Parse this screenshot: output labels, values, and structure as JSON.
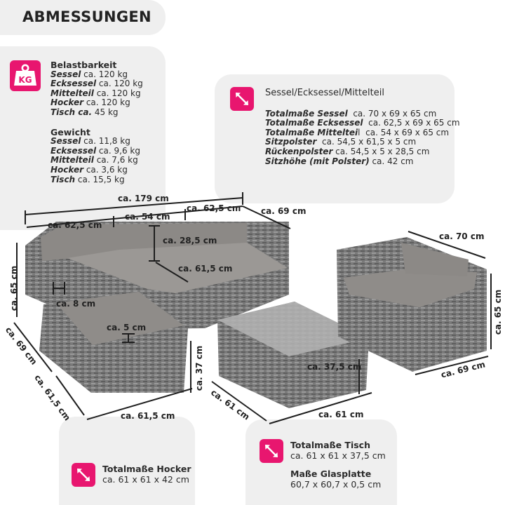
{
  "title": "ABMESSUNGEN",
  "load": {
    "heading": "Belastbarkeit",
    "icon_text": "KG",
    "rows": [
      {
        "label": "Sessel",
        "value": " ca. 120 kg"
      },
      {
        "label": "Ecksessel",
        "value": " ca. 120 kg"
      },
      {
        "label": "Mittelteil",
        "value": " ca. 120 kg"
      },
      {
        "label": "Hocker",
        "value": " ca. 120 kg"
      },
      {
        "label": "Tisch ca.",
        "value": " 45 kg"
      }
    ]
  },
  "weight": {
    "heading": "Gewicht",
    "rows": [
      {
        "label": "Sessel",
        "value": " ca. 11,8 kg"
      },
      {
        "label": "Ecksessel",
        "value": " ca. 9,6 kg"
      },
      {
        "label": "Mittelteil",
        "value": " ca. 7,6 kg"
      },
      {
        "label": "Hocker",
        "value": " ca. 3,6 kg"
      },
      {
        "label": "Tisch",
        "value": " ca. 15,5 kg"
      }
    ]
  },
  "seating": {
    "heading": "Sessel/Ecksessel/Mittelteil",
    "rows": [
      {
        "label": "Totalmaße Sessel",
        "value": "  ca. 70 x 69 x 65 cm"
      },
      {
        "label": "Totalmaße Ecksessel",
        "value": "  ca. 62,5 x 69 x 65 cm"
      },
      {
        "label": "Totalmaße Mitteltei",
        "value": "l  ca. 54 x 69 x 65 cm"
      },
      {
        "label": "Sitzpolster",
        "value": "  ca. 54,5 x 61,5 x 5 cm"
      },
      {
        "label": "Rückenpolster",
        "value": " ca. 54,5 x 5 x 28,5 cm"
      },
      {
        "label": "Sitzhöhe (mit Polster)",
        "value": " ca. 42 cm"
      }
    ]
  },
  "hocker": {
    "heading": "Totalmaße Hocker",
    "value": "ca. 61 x 61 x 42 cm"
  },
  "table": {
    "heading": "Totalmaße Tisch",
    "value": "ca. 61 x 61 x 37,5 cm",
    "glass_heading": "Maße Glasplatte",
    "glass_value": "60,7 x 60,7 x 0,5 cm"
  },
  "dims": {
    "total_width": "ca. 179 cm",
    "corner_width": "ca. 62,5 cm",
    "middle_width": "ca. 54 cm",
    "corner_width_2": "ca. 62,5 cm",
    "sofa_depth": "ca. 69 cm",
    "back_cushion": "ca. 28,5 cm",
    "seat_cushion": "ca. 61,5 cm",
    "height_left": "ca. 65 cm",
    "arm": "ca. 8 cm",
    "cushion_thick": "ca. 5 cm",
    "depth_left": "ca. 69 cm",
    "hocker_depth": "ca. 61,5 cm",
    "hocker_width": "ca. 61,5 cm",
    "table_height": "ca. 37 cm",
    "table_depth": "ca. 61 cm",
    "table_width": "ca. 61 cm",
    "table_height_2": "ca. 37,5 cm",
    "chair_width": "ca. 70 cm",
    "chair_height": "ca. 65 cm",
    "chair_depth": "ca. 69 cm"
  },
  "colors": {
    "accent": "#e8166f",
    "panel": "#efefef",
    "rattan": "#7d7d7d",
    "cushion": "#8e8b88"
  }
}
